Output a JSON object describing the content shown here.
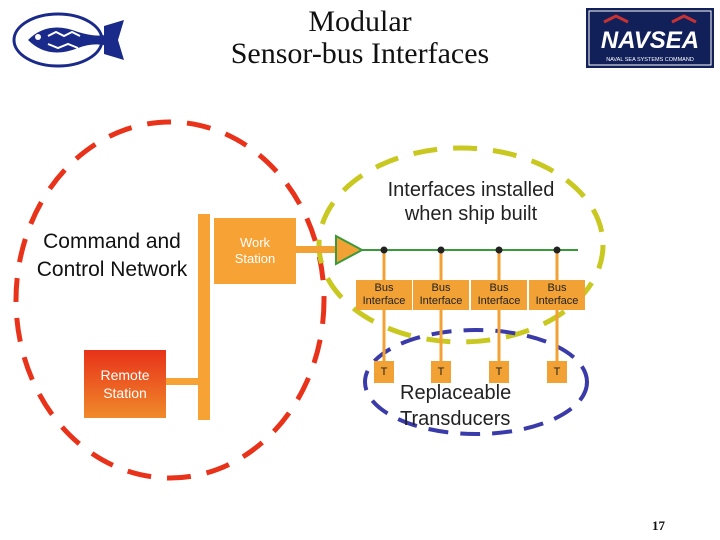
{
  "title": {
    "line1": "Modular",
    "line2": "Sensor-bus Interfaces"
  },
  "logo_right": {
    "main": "NAVSEA",
    "sub": "NAVAL SEA SYSTEMS COMMAND"
  },
  "network_label": {
    "line1": "Command and",
    "line2": "Control Network"
  },
  "work_station": {
    "line1": "Work",
    "line2": "Station"
  },
  "remote_station": {
    "line1": "Remote",
    "line2": "Station"
  },
  "installed_label": {
    "line1": "Interfaces installed",
    "line2": "when ship built"
  },
  "bus_interfaces": [
    {
      "line1": "Bus",
      "line2": "Interface"
    },
    {
      "line1": "Bus",
      "line2": "Interface"
    },
    {
      "line1": "Bus",
      "line2": "Interface"
    },
    {
      "line1": "Bus",
      "line2": "Interface"
    }
  ],
  "transducers": [
    "T",
    "T",
    "T",
    "T"
  ],
  "replaceable_label": {
    "line1": "Replaceable",
    "line2": "Transducers"
  },
  "page_number": "17",
  "colors": {
    "network_ellipse": "#e8321a",
    "installed_ellipse": "#c8c820",
    "transducer_ellipse": "#3a3aa8",
    "bus": "#f2a134",
    "bus_line": "#3a9a3a"
  }
}
